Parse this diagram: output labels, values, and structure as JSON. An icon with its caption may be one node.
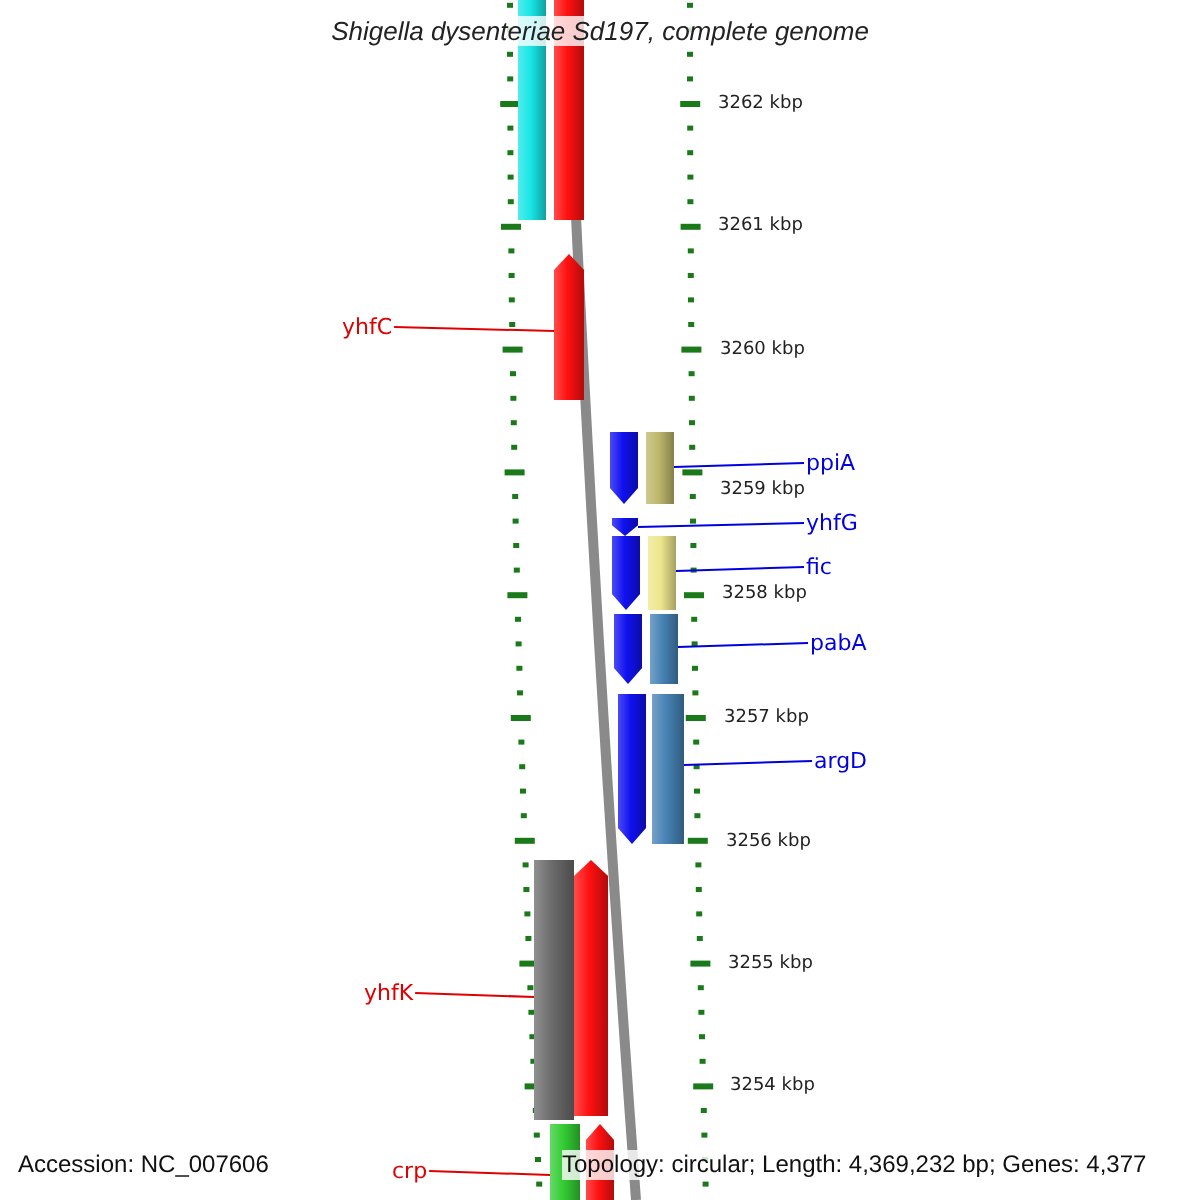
{
  "diagram": {
    "title": "Shigella dysenteriae Sd197, complete genome",
    "nodes": [
      {
        "text": [],
        "shape": "bar"
      },
      {
        "text": [],
        "shape": "bar"
      },
      {
        "text": [],
        "shape": "bar"
      },
      {
        "text": [
          "yhfC"
        ]
      },
      {
        "text": [],
        "shape": "bar"
      },
      {
        "text": [],
        "shape": "bar"
      },
      {
        "text": [
          "ppiA"
        ]
      },
      {
        "text": [],
        "shape": "bar"
      },
      {
        "text": [
          "yhfG"
        ]
      },
      {
        "text": [],
        "shape": "bar"
      },
      {
        "text": [],
        "shape": "bar"
      },
      {
        "text": [
          "fic"
        ]
      },
      {
        "text": [],
        "shape": "bar"
      },
      {
        "text": [],
        "shape": "bar"
      },
      {
        "text": [
          "pabA"
        ]
      },
      {
        "text": [],
        "shape": "bar"
      },
      {
        "text": [],
        "shape": "bar"
      },
      {
        "text": [
          "argD"
        ]
      },
      {
        "text": [],
        "shape": "bar"
      },
      {
        "text": [],
        "shape": "bar"
      },
      {
        "text": [
          "yhfK"
        ]
      },
      {
        "text": [],
        "shape": "bar"
      },
      {
        "text": [],
        "shape": "bar"
      },
      {
        "text": [
          "crp"
        ]
      }
    ],
    "edges": [
      {
        "from": 3,
        "to": 2,
        "arrow": "none",
        "color": "#e00000"
      },
      {
        "from": 6,
        "to": 5,
        "arrow": "none"
      },
      {
        "from": 8,
        "to": 7,
        "arrow": "none"
      },
      {
        "from": 11,
        "to": 10,
        "arrow": "none"
      },
      {
        "from": 14,
        "to": 13,
        "arrow": "none"
      },
      {
        "from": 17,
        "to": 16,
        "arrow": "none"
      },
      {
        "from": 20,
        "to": 18,
        "arrow": "none",
        "color": "#e00000"
      },
      {
        "from": 23,
        "to": 21,
        "arrow": "none",
        "color": "#e00000"
      }
    ],
    "labels": [
      "3262 kbp",
      "3261 kbp",
      "3260 kbp",
      "3259 kbp",
      "3258 kbp",
      "3257 kbp",
      "3256 kbp",
      "3255 kbp",
      "3254 kbp",
      "Accession: NC_007606",
      "Topology: circular; Length: 4,369,232 bp; Genes: 4,377"
    ]
  }
}
